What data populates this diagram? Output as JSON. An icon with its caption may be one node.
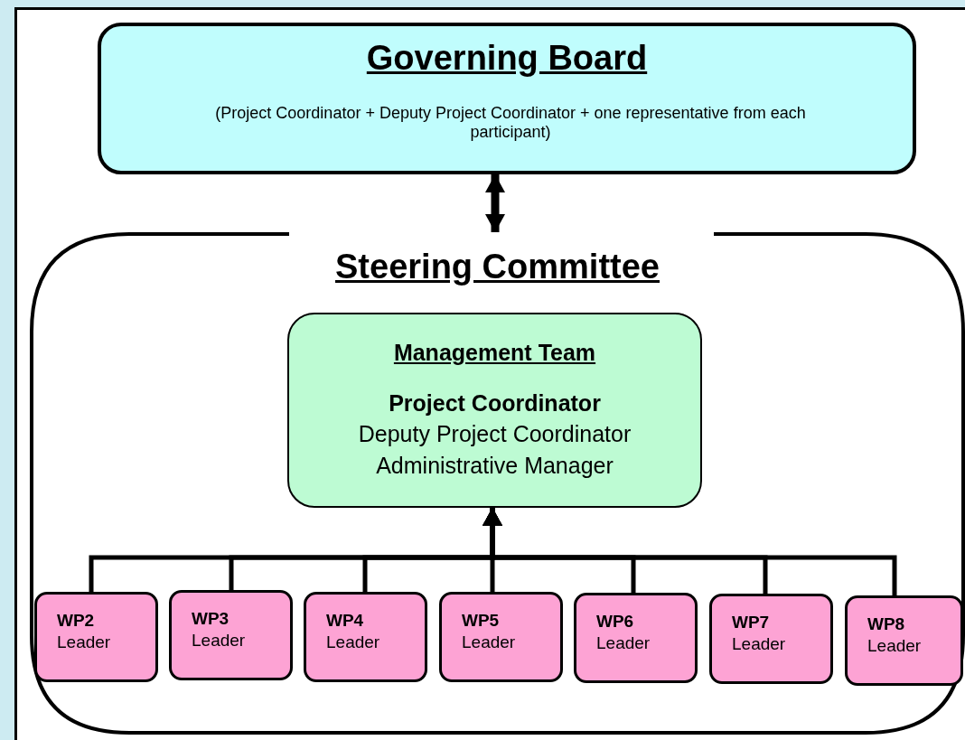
{
  "diagram": {
    "nodes": [
      {
        "text": [
          "Governing Board",
          "(Project Coordinator + Deputy Project Coordinator + one representative from each participant)"
        ]
      },
      {
        "text": [
          "Steering Committee"
        ]
      },
      {
        "text": [
          "Management Team",
          "Project Coordinator",
          "Deputy Project Coordinator",
          "Administrative Manager"
        ],
        "in": 1
      },
      {
        "text": [
          "WP2",
          "Leader"
        ],
        "in": 1
      },
      {
        "text": [
          "WP3",
          "Leader"
        ],
        "in": 1
      },
      {
        "text": [
          "WP4",
          "Leader"
        ],
        "in": 1
      },
      {
        "text": [
          "WP5",
          "Leader"
        ],
        "in": 1
      },
      {
        "text": [
          "WP6",
          "Leader"
        ],
        "in": 1
      },
      {
        "text": [
          "WP7",
          "Leader"
        ],
        "in": 1
      },
      {
        "text": [
          "WP8",
          "Leader"
        ],
        "in": 1
      }
    ],
    "edges": [
      {
        "from": 0,
        "to": 1,
        "arrow": "both",
        "style": "thick"
      },
      {
        "from": 3,
        "to": 2,
        "arrow": "to"
      },
      {
        "from": 4,
        "to": 2,
        "arrow": "to"
      },
      {
        "from": 5,
        "to": 2,
        "arrow": "to"
      },
      {
        "from": 6,
        "to": 2,
        "arrow": "to"
      },
      {
        "from": 7,
        "to": 2,
        "arrow": "to"
      },
      {
        "from": 8,
        "to": 2,
        "arrow": "to"
      },
      {
        "from": 9,
        "to": 2,
        "arrow": "to"
      }
    ]
  }
}
